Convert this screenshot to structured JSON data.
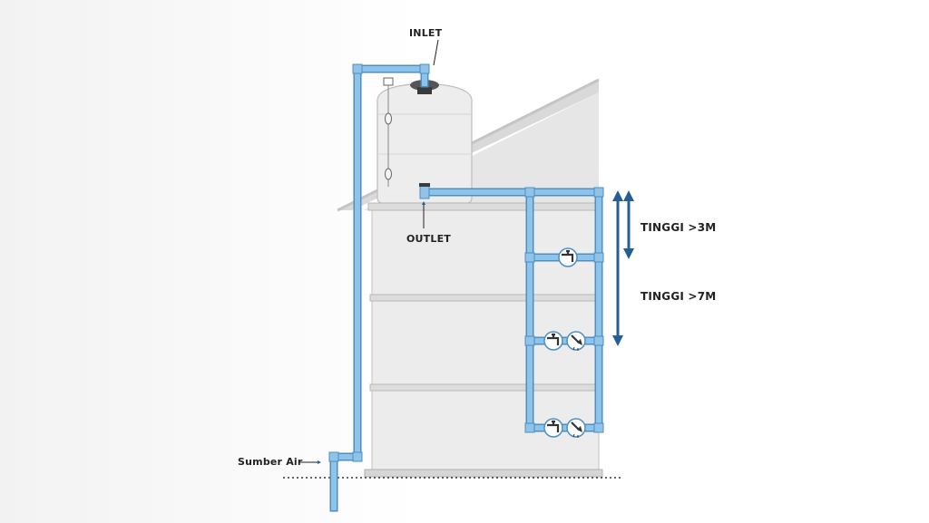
{
  "labels": {
    "inlet": "INLET",
    "outlet": "OUTLET",
    "height_3m": "TINGGI >3M",
    "height_7m": "TINGGI >7M",
    "water_source": "Sumber Air"
  },
  "colors": {
    "pipe": "#8fc3e8",
    "pipe_edge": "#4c8fc4",
    "arrow": "#235f96",
    "building": "#e9e9e9",
    "building_edge": "#b8b8b8",
    "tank": "#ececec"
  }
}
